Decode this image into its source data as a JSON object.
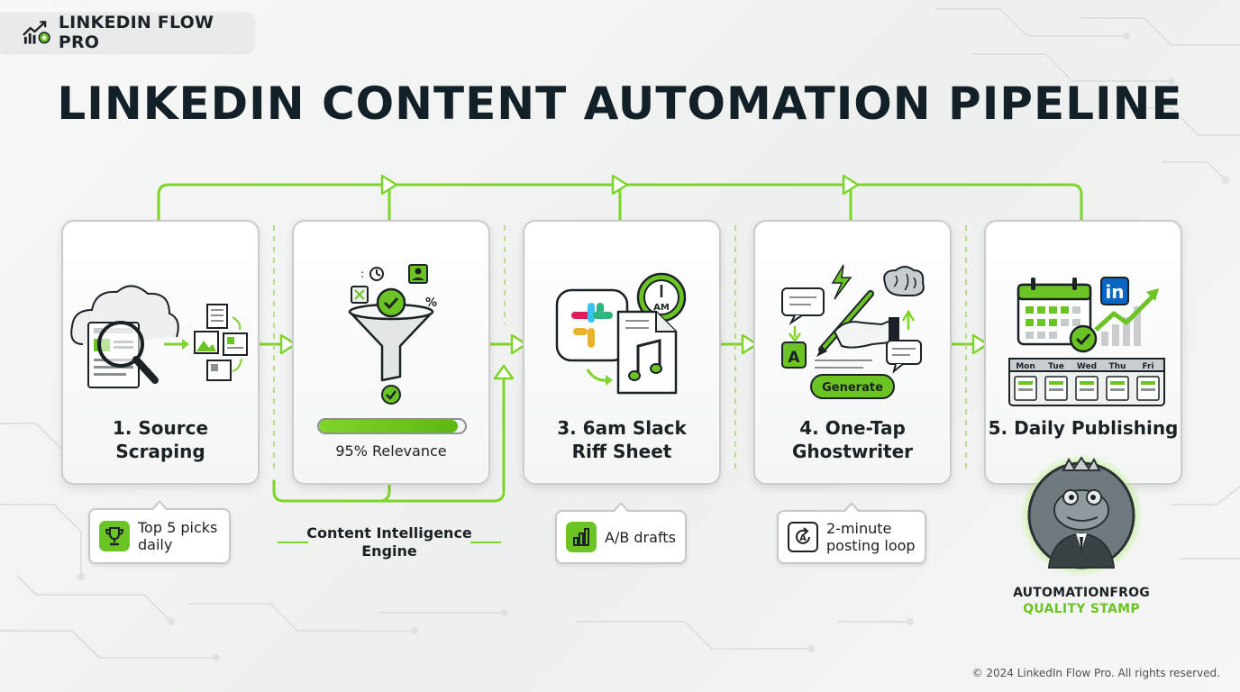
{
  "brand": {
    "name": "LINKEDIN FLOW PRO",
    "icon": "growth-chart-gear-icon"
  },
  "title": "LINKEDIN CONTENT AUTOMATION PIPELINE",
  "colors": {
    "accent": "#6cc324",
    "dark": "#1b2226",
    "border": "#c9ccce"
  },
  "steps": [
    {
      "title_lines": [
        "1. Source",
        "Scraping"
      ],
      "icon": "cloud-magnifier-documents-icon"
    },
    {
      "icon": "filter-funnel-check-icon",
      "progress": 0.95,
      "progress_label": "95% Relevance"
    },
    {
      "title_lines": [
        "3. 6am Slack",
        "Riff Sheet"
      ],
      "icon": "slack-clock-music-sheet-icon",
      "clock_label": "AM"
    },
    {
      "title_lines": [
        "4. One-Tap",
        "Ghostwriter"
      ],
      "icon": "hand-pen-brain-icon",
      "button_label": "Generate"
    },
    {
      "title_lines": [
        "5. Daily Publishing"
      ],
      "icon": "calendar-linkedin-growth-icon",
      "logo_label": "in",
      "days": [
        "Mon",
        "Tue",
        "Wed",
        "Thu",
        "Fri"
      ]
    }
  ],
  "callouts": [
    {
      "lines": [
        "Top 5 picks",
        "daily"
      ],
      "icon": "trophy-icon"
    },
    {
      "lines": [
        "A/B drafts"
      ],
      "icon": "bar-chart-icon"
    },
    {
      "lines": [
        "2-minute",
        "posting loop"
      ],
      "icon": "refresh-loop-icon",
      "icon_letter": "A"
    }
  ],
  "engine": {
    "lines": [
      "Content Intelligence",
      "Engine"
    ]
  },
  "stamp": {
    "title": "AUTOMATIONFROG",
    "subtitle": "QUALITY STAMP",
    "icon": "frog-king-badge-icon"
  },
  "footer": {
    "copyright": "© 2024 LinkedIn Flow Pro. All rights reserved."
  }
}
